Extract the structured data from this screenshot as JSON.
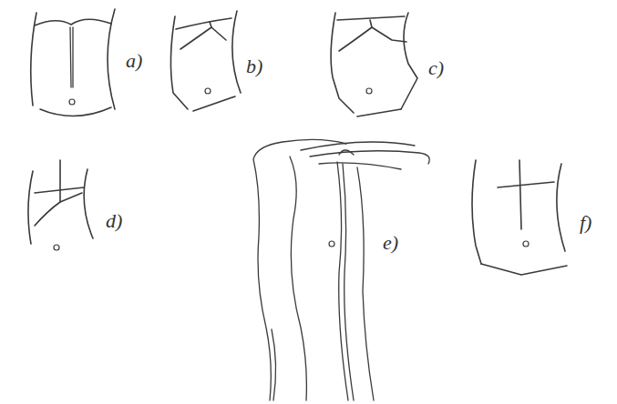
{
  "diagram": {
    "labels": [
      "a)",
      "b)",
      "c)",
      "d)",
      "e)",
      "f)"
    ]
  }
}
